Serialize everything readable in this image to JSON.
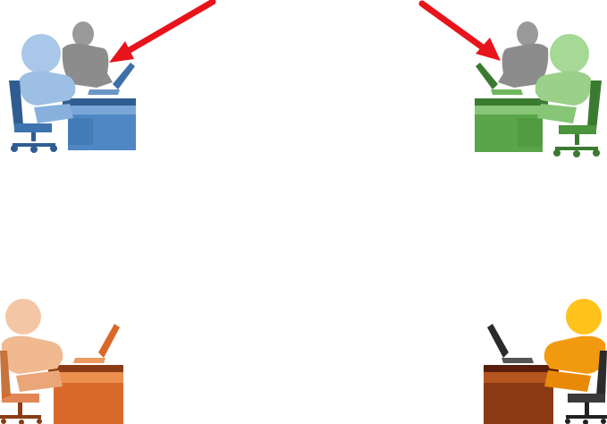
{
  "scene": {
    "background": "#ffffff",
    "workstations": [
      {
        "name": "workstation-top-left",
        "facing": "right",
        "highlighted": true,
        "accent": "#4f87c4",
        "accent_light": "#a9c7e8",
        "accent_dark": "#2f5d92",
        "companion": "#9a9a9a"
      },
      {
        "name": "workstation-top-right",
        "facing": "left",
        "highlighted": true,
        "accent": "#5aa54a",
        "accent_light": "#a6d896",
        "accent_dark": "#3b7a31",
        "companion": "#9a9a9a"
      },
      {
        "name": "workstation-bottom-left",
        "facing": "right",
        "highlighted": false,
        "accent": "#d9692a",
        "accent_light": "#f3c7a6",
        "accent_dark": "#8a3d14"
      },
      {
        "name": "workstation-bottom-right",
        "facing": "left",
        "highlighted": false,
        "accent": "#f29a0f",
        "accent_light": "#ffd36a",
        "accent_dark": "#8a3a12"
      }
    ],
    "pointer_arrows": {
      "color": "#e8141b",
      "count": 2
    }
  }
}
